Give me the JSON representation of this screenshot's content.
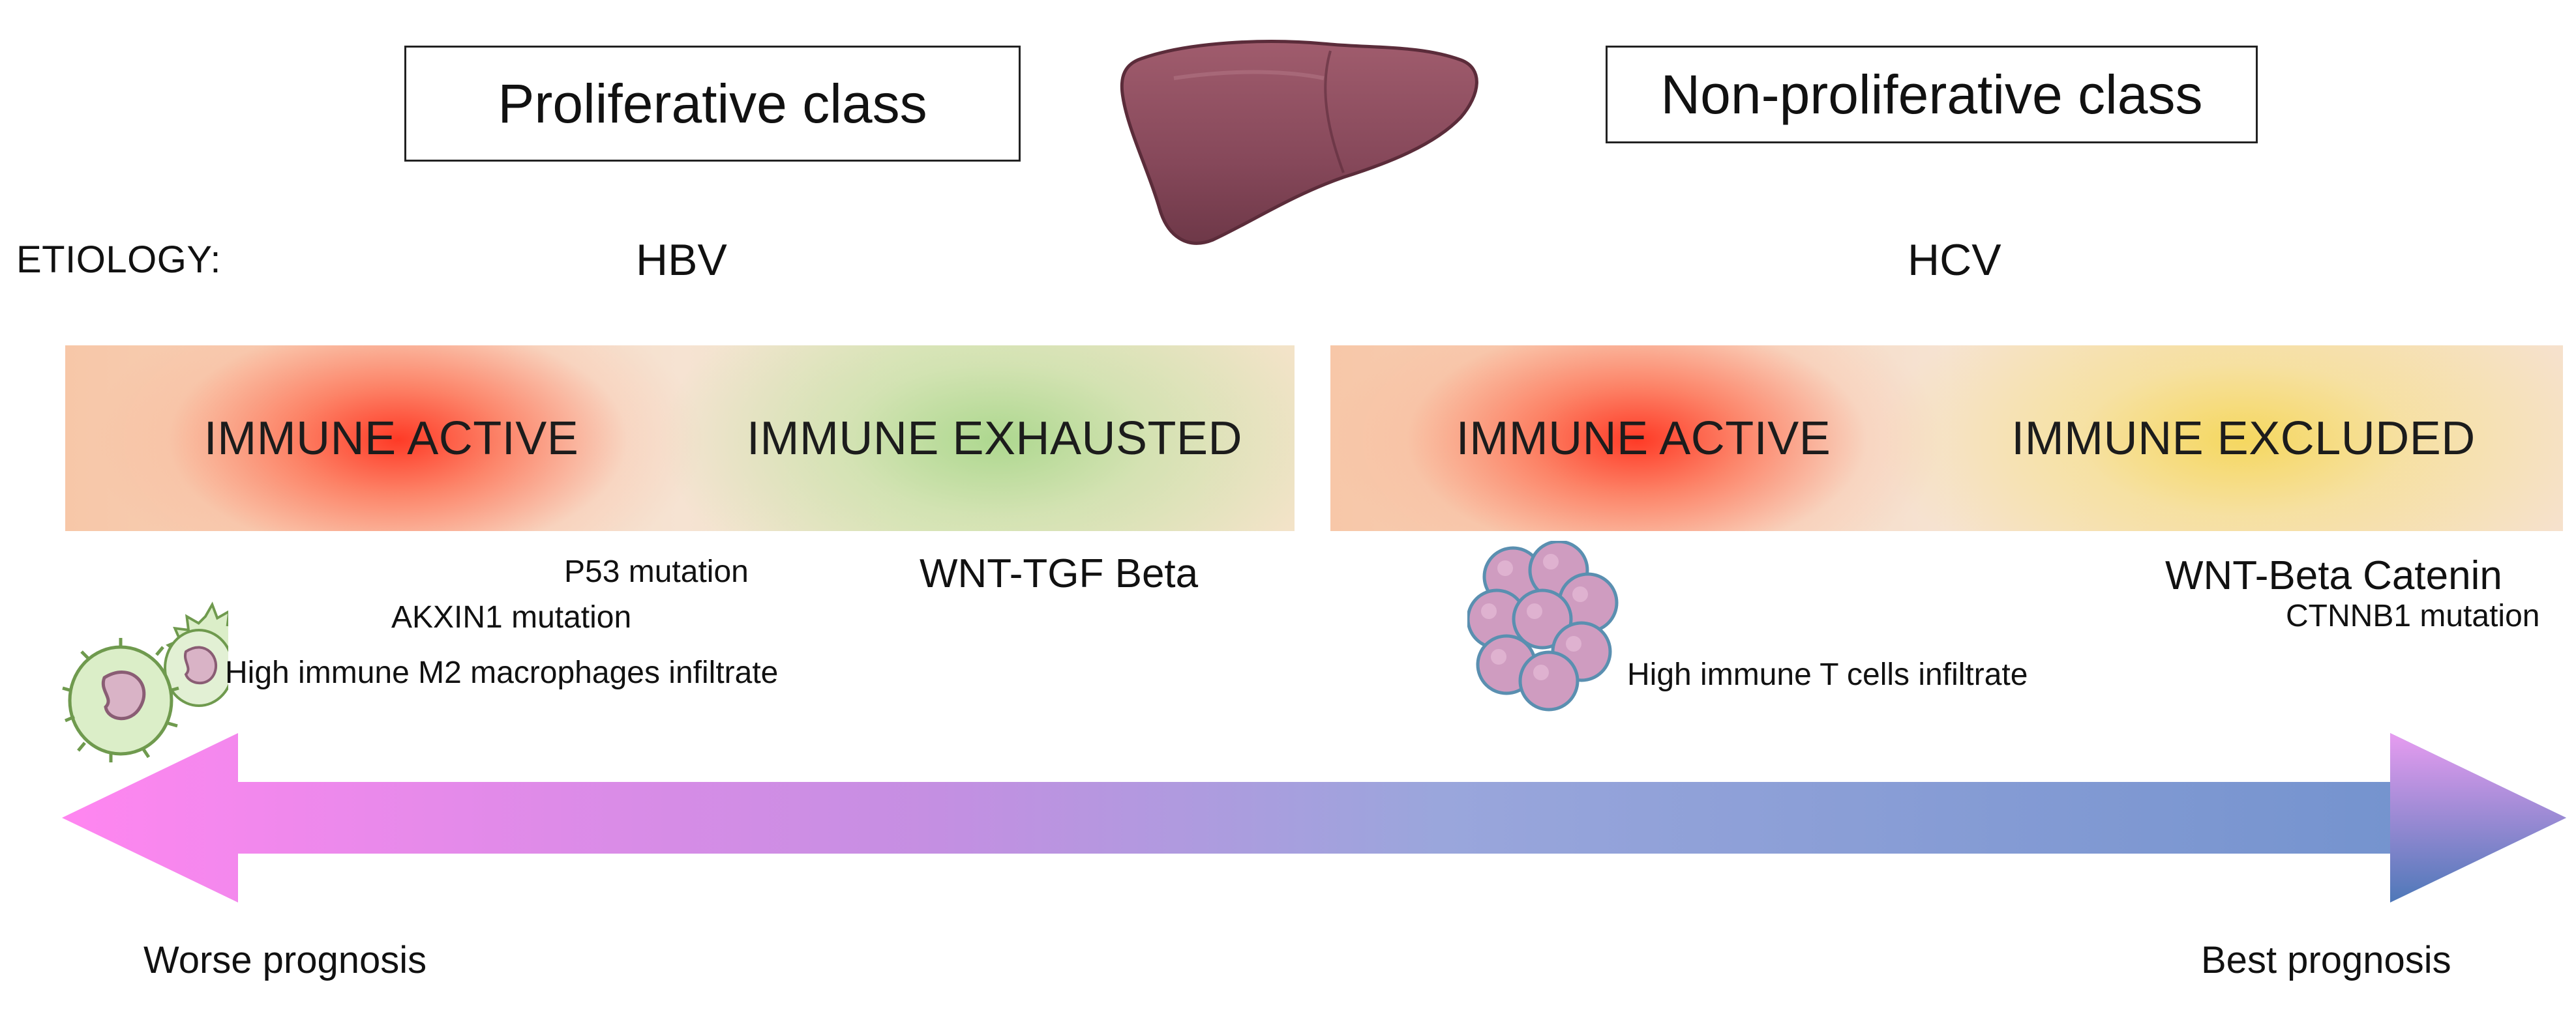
{
  "classes": {
    "proliferative": "Proliferative class",
    "non_proliferative": "Non-proliferative class"
  },
  "etiology": {
    "label": "ETIOLOGY:",
    "left": "HBV",
    "right": "HCV"
  },
  "bands": {
    "left": {
      "first": "IMMUNE ACTIVE",
      "second": "IMMUNE EXHAUSTED"
    },
    "right": {
      "first": "IMMUNE ACTIVE",
      "second": "IMMUNE EXCLUDED"
    }
  },
  "annotations": {
    "p53": "P53 mutation",
    "axin1": "AKXIN1 mutation",
    "m2": "High immune M2 macrophages infiltrate",
    "wnt_tgf": "WNT-TGF Beta",
    "t_cells": "High immune T cells infiltrate",
    "wnt_beta": "WNT-Beta Catenin",
    "ctnnb1": "CTNNB1 mutation"
  },
  "prognosis": {
    "worse": "Worse prognosis",
    "best": "Best prognosis"
  },
  "colors": {
    "immune_active": "#ff3b2a",
    "immune_exhausted": "#b9dca0",
    "immune_excluded": "#f4d870",
    "band_base": "#f6e1cc",
    "arrow_left": "#ff86f0",
    "arrow_right": "#5b84c4",
    "liver": "#8a4a5a"
  }
}
